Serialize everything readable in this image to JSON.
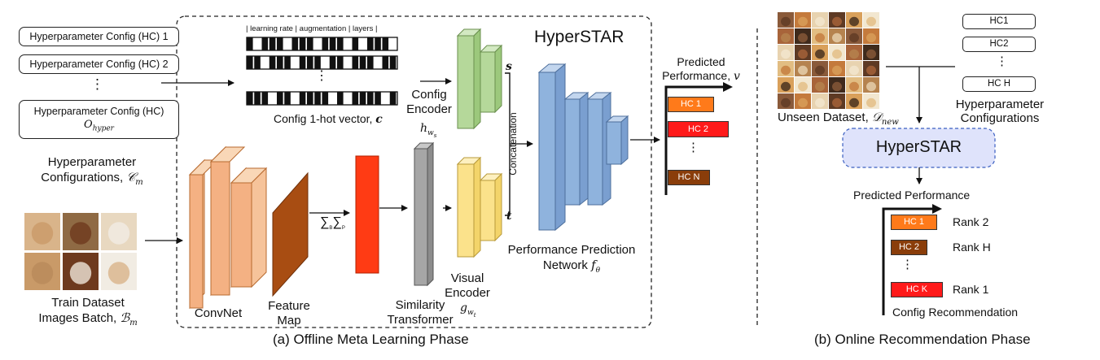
{
  "left_panel": {
    "hc_items": [
      "Hyperparameter Config (HC) 1",
      "Hyperparameter Config (HC) 2",
      "⋮"
    ],
    "hc_generic": "Hyperparameter Config (HC)",
    "o_hyper": "O_hyper",
    "hp_configs_label_line1": "Hyperparameter",
    "hp_configs_label_line2": "Configurations, 𝒞_m",
    "train_label_line1": "Train Dataset",
    "train_label_line2": "Images Batch, ℬ_m"
  },
  "one_hot": {
    "header": "| learning rate  | augmentation  | layers |",
    "dots": "⋮",
    "label": "Config 1-hot vector, c"
  },
  "network": {
    "title": "HyperSTAR",
    "convnet": "ConvNet",
    "feature_map_line1": "Feature",
    "feature_map_line2": "Map",
    "sum_label": "∑ ∑",
    "similarity_line1": "Similarity",
    "similarity_line2": "Transformer",
    "config_encoder_line1": "Config",
    "config_encoder_line2": "Encoder",
    "h_ws": "h_ws",
    "visual_encoder_line1": "Visual",
    "visual_encoder_line2": "Encoder",
    "g_wt": "g_wt",
    "s": "s",
    "t": "t",
    "concatenation": "Concatenation",
    "perf_net_line1": "Performance Prediction",
    "perf_net_line2": "Network f_θ"
  },
  "predicted": {
    "title_line1": "Predicted",
    "title_line2": "Performance, v",
    "bars": [
      "HC 1",
      "HC 2",
      "⋮",
      "HC N"
    ]
  },
  "right_panel": {
    "hc_list": [
      "HC1",
      "HC2",
      "⋮",
      "HC H"
    ],
    "unseen_label": "Unseen Dataset, 𝒟_new",
    "hp_configs_line1": "Hyperparameter",
    "hp_configs_line2": "Configurations",
    "hyperstar": "HyperSTAR",
    "predicted_perf": "Predicted Performance",
    "ranks": [
      {
        "hc": "HC 1",
        "rank": "Rank 2"
      },
      {
        "hc": "HC 2",
        "rank": "Rank H"
      },
      {
        "hc": "⋮",
        "rank": ""
      },
      {
        "hc": "HC K",
        "rank": "Rank 1"
      }
    ],
    "config_rec": "Config Recommendation"
  },
  "captions": {
    "a": "(a) Offline Meta Learning Phase",
    "b": "(b) Online Recommendation Phase"
  },
  "colors": {
    "convnet": "#f4b183",
    "feature_map": "#a84d12",
    "sum_block": "#ff3b14",
    "similarity": "#a6a6a6",
    "config_encoder": "#b5d89a",
    "visual_encoder": "#fbe28b",
    "perf_net": "#8fb3dd",
    "hc1": "#ff7a1a",
    "hc2": "#ff1a1a",
    "hcn": "#8a3d0a",
    "hyperstar_box": "#dfe3fb"
  }
}
